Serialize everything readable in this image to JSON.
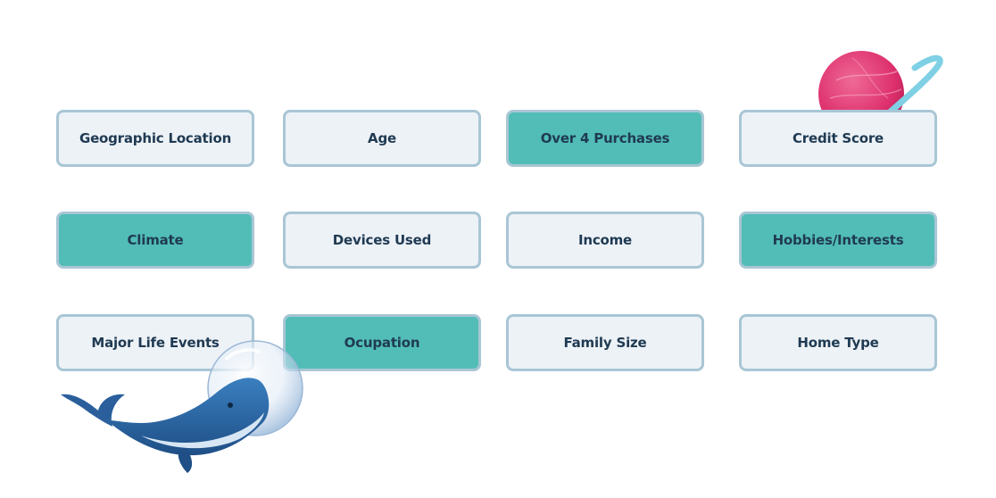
{
  "tiles": [
    {
      "label": "Geographic Location",
      "selected": false
    },
    {
      "label": "Age",
      "selected": false
    },
    {
      "label": "Over 4 Purchases",
      "selected": true
    },
    {
      "label": "Credit Score",
      "selected": false
    },
    {
      "label": "Climate",
      "selected": true
    },
    {
      "label": "Devices Used",
      "selected": false
    },
    {
      "label": "Income",
      "selected": false
    },
    {
      "label": "Hobbies/Interests",
      "selected": true
    },
    {
      "label": "Major Life Events",
      "selected": false
    },
    {
      "label": "Ocupation",
      "selected": true
    },
    {
      "label": "Family Size",
      "selected": false
    },
    {
      "label": "Home Type",
      "selected": false
    }
  ],
  "colors": {
    "selected_fill": "#52bdb7",
    "unselected_fill": "#edf2f7",
    "border": "#a9c6d5",
    "text": "#1f3a52",
    "planet": "#e0457b",
    "whale": "#2f6aa8"
  },
  "decorations": {
    "planet": "planet-illustration",
    "whale": "whale-in-bubble-illustration"
  }
}
